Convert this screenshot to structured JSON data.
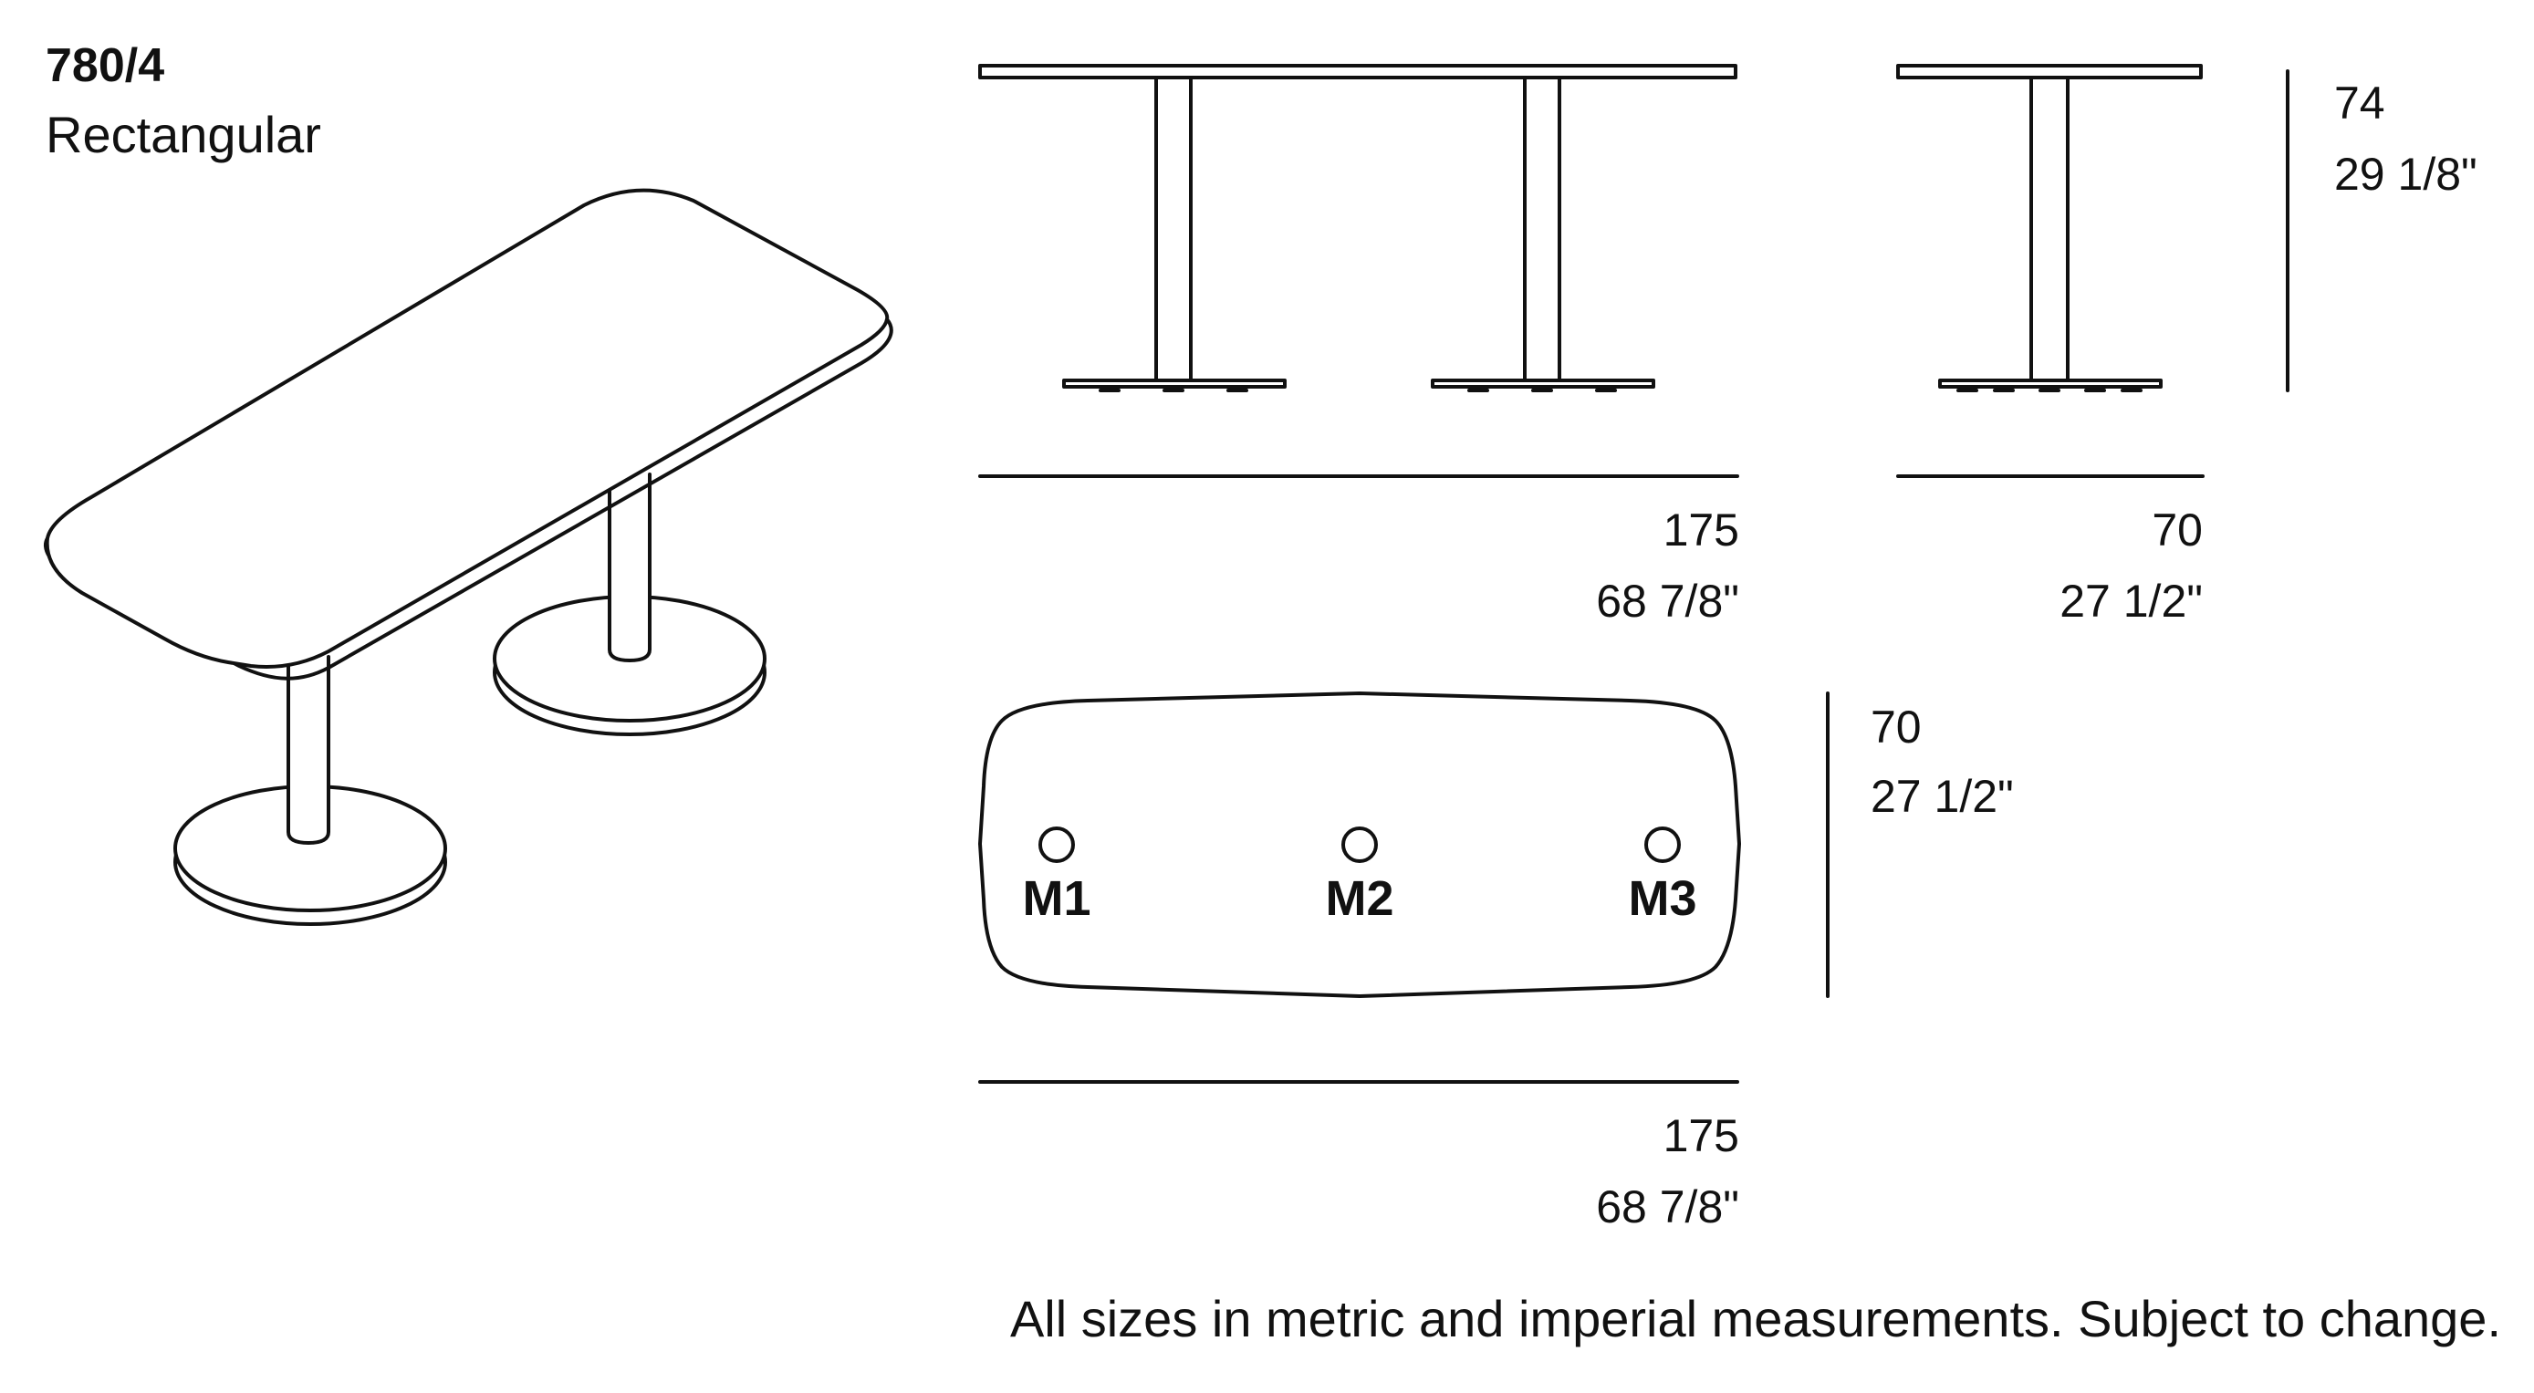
{
  "product": {
    "model": "780/4",
    "shape": "Rectangular"
  },
  "dimensions": {
    "front_width": {
      "metric": "175",
      "imperial": "68 7/8\""
    },
    "side_depth": {
      "metric": "70",
      "imperial": "27 1/2\""
    },
    "height": {
      "metric": "74",
      "imperial": "29 1/8\""
    },
    "top_depth": {
      "metric": "70",
      "imperial": "27 1/2\""
    },
    "top_width": {
      "metric": "175",
      "imperial": "68 7/8\""
    }
  },
  "mounting_points": [
    "M1",
    "M2",
    "M3"
  ],
  "footer": "All sizes in metric and imperial measurements. Subject to change.",
  "colors": {
    "line": "#111111",
    "background": "#ffffff"
  }
}
